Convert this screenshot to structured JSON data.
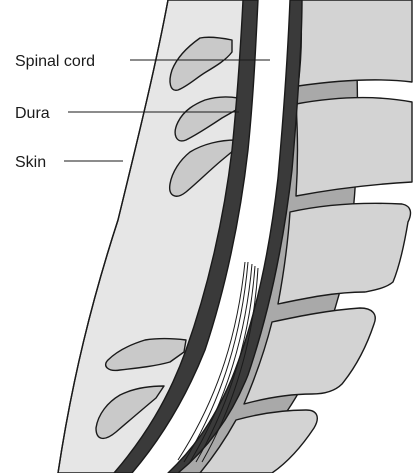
{
  "labels": {
    "spinal_cord": "Spinal cord",
    "dura": "Dura",
    "skin": "Skin"
  },
  "colors": {
    "skin_fill": "#e6e6e6",
    "soft_tissue": "#c9c9c9",
    "vertebra_body": "#d3d3d3",
    "disc": "#a9a9a9",
    "dura_dark": "#3a3a3a",
    "outline": "#1a1a1a",
    "canal": "#ffffff"
  }
}
